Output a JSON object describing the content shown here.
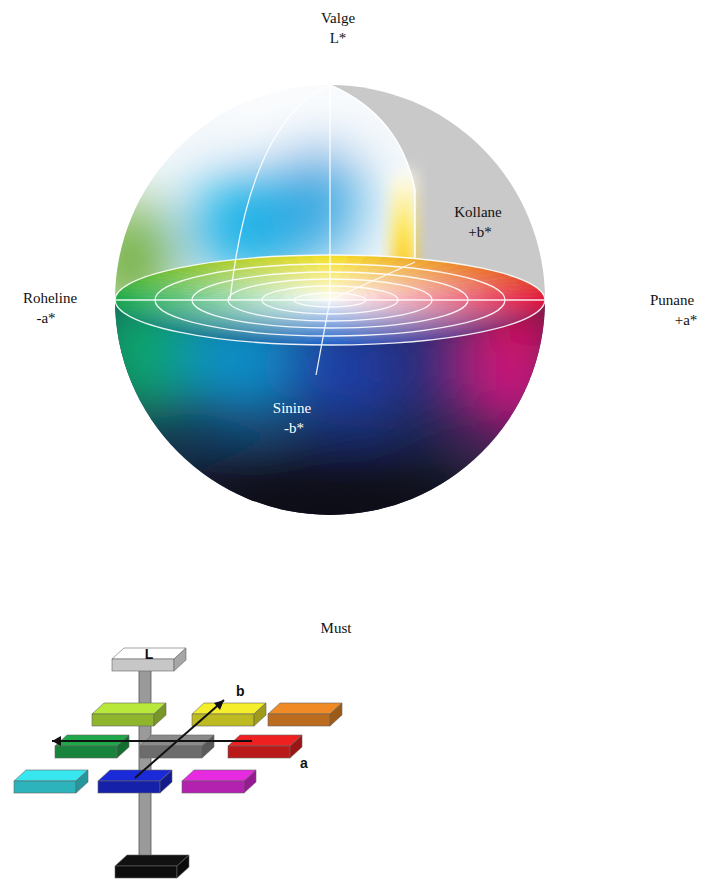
{
  "diagram": {
    "nodes": [
      {
        "text": [
          "L"
        ]
      }
    ],
    "labels": [
      "Valge",
      "L*",
      "Kollane",
      "+b*",
      "Roheline",
      "-a*",
      "Punane",
      "+a*",
      "Sinine",
      "-b*",
      "Must",
      "b",
      "a"
    ]
  }
}
